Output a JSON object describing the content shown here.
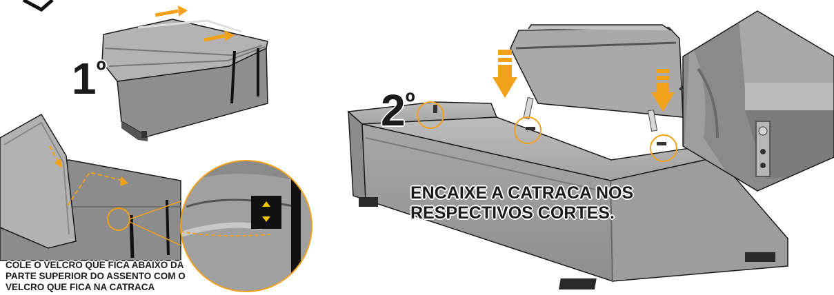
{
  "steps": {
    "first": {
      "number": "1",
      "ordinal": "º"
    },
    "second": {
      "number": "2",
      "ordinal": "º"
    }
  },
  "captions": {
    "right_line1": "ENCAIXE A CATRACA NOS",
    "right_line2": "RESPECTIVOS CORTES.",
    "left_line1": "COLE O VELCRO QUE FICA ABAIXO DA",
    "left_line2": "PARTE SUPERIOR DO ASSENTO COM O",
    "left_line3": "VELCRO QUE FICA NA CATRACA"
  },
  "colors": {
    "accent": "#f2a11b",
    "sofa": "#9a9a9a",
    "sofa_dark": "#6d6d6d",
    "sofa_light": "#b8b8b8",
    "outline": "#1a1a1a"
  },
  "icons": [
    "arrow-right-icon",
    "arrow-down-icon",
    "highlight-circle-icon",
    "magnifier-circle-icon",
    "zoom-hexagon-icon"
  ]
}
